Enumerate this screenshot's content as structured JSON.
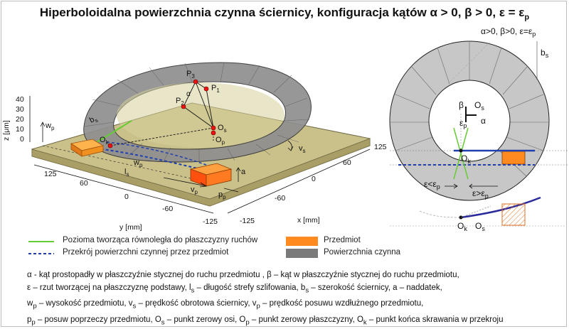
{
  "title": "Hiperboloidalna powierzchnia czynna ściernicy, konfiguracja kątów α > 0, β > 0, ε = ε",
  "title_sub": "p",
  "axes3d": {
    "z_label": "z [μm]",
    "z_ticks": [
      "40",
      "30",
      "20",
      "10",
      "0"
    ],
    "y_label": "y [mm]",
    "y_ticks": [
      "125",
      "60",
      "0",
      "-60",
      "-125"
    ],
    "x_label": "x [mm]",
    "x_ticks": [
      "125",
      "60",
      "0",
      "-60",
      "-125"
    ]
  },
  "labels3d": {
    "P3": "P",
    "P3s": "3",
    "P1": "P",
    "P1s": "1",
    "P2": "P",
    "P2s": "2",
    "alpha": "α",
    "Os": "O",
    "Oss": "s",
    "Op": "O",
    "Ops": "p",
    "Ok": "O",
    "Oks": "k",
    "bs": "b",
    "bss": "s",
    "wp": "w",
    "wps": "p",
    "wp2": "w",
    "wp2s": "p",
    "ls": "l",
    "lss": "s",
    "a": "a",
    "vp": "v",
    "vps": "p",
    "pp": "p",
    "pps": "p",
    "vs": "v",
    "vss": "s"
  },
  "right_panel": {
    "header": "α>0, β>0, ε=ε",
    "header_sub": "p",
    "bs": "b",
    "bss": "s",
    "beta": "β",
    "Os": "O",
    "Oss": "s",
    "ep": "ε",
    "eps": "p",
    "alpha": "α",
    "Ok": "O",
    "Oks": "k",
    "eps_less": "ε<ε",
    "eps_less_sub": "p",
    "eps_more": "ε>ε",
    "eps_more_sub": "p",
    "Ok2": "O",
    "Ok2s": "k",
    "Os2": "O",
    "Os2s": "s"
  },
  "legend": {
    "green": "Pozioma tworząca równoległa do płaszczyzny ruchów",
    "blue": "Przekrój powierzchni czynnej przez przedmiot",
    "orange": "Przedmiot",
    "gray": "Powierzchnia czynna"
  },
  "description": {
    "l1": "α  - kąt prostopadły w płaszczyźnie stycznej do ruchu przedmiotu , β – kąt w płaszczyźnie stycznej do ruchu przedmiotu,",
    "l2a": "ε – rzut tworzącej na płaszczyznę podstawy, l",
    "l2b": "s",
    "l2c": " – długość strefy szlifowania, b",
    "l2d": "s",
    "l2e": " – szerokość ściernicy, a – naddatek,",
    "l3a": "w",
    "l3b": "p",
    "l3c": " – wysokość przedmiotu, v",
    "l3d": "s",
    "l3e": " – prędkość obrotowa ściernicy, v",
    "l3f": "p",
    "l3g": " – prędkość posuwu wzdłużnego przedmiotu,",
    "l4a": "p",
    "l4b": "p",
    "l4c": " – posuw poprzeczy przedmiotu, O",
    "l4d": "s",
    "l4e": " – punkt zerowy osi, O",
    "l4f": "p",
    "l4g": " – punkt zerowy płaszczyzny, O",
    "l4h": "k",
    "l4i": " – punkt końca skrawania w przekroju"
  },
  "colors": {
    "green": "#66cc33",
    "blue": "#1f3fae",
    "orange": "#ff8a1f",
    "gray": "#7a7a7a",
    "plane": "#b7ae72",
    "ring": "#9a9a9a"
  }
}
